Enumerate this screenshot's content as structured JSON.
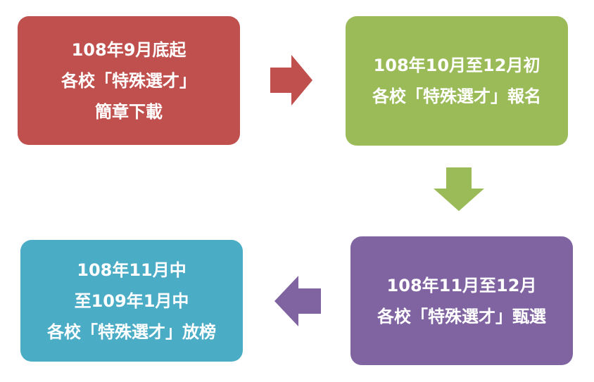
{
  "colors": {
    "step1": "#c0504d",
    "step2": "#9bbb59",
    "step3": "#8064a2",
    "step4": "#4bacc6",
    "text": "#ffffff"
  },
  "steps": [
    {
      "lines": [
        "108年9月底起",
        "各校「特殊選才」",
        "簡章下載"
      ]
    },
    {
      "lines": [
        "108年10月至12月初",
        "各校「特殊選才」報名"
      ]
    },
    {
      "lines": [
        "108年11月至12月",
        "各校「特殊選才」甄選"
      ]
    },
    {
      "lines": [
        "108年11月中",
        "至109年1月中",
        "各校「特殊選才」放榜"
      ]
    }
  ],
  "arrows": [
    {
      "from": "step1",
      "to": "step2",
      "direction": "right",
      "icon": "arrow-right-icon"
    },
    {
      "from": "step2",
      "to": "step3",
      "direction": "down",
      "icon": "arrow-down-icon"
    },
    {
      "from": "step3",
      "to": "step4",
      "direction": "left",
      "icon": "arrow-left-icon"
    }
  ]
}
